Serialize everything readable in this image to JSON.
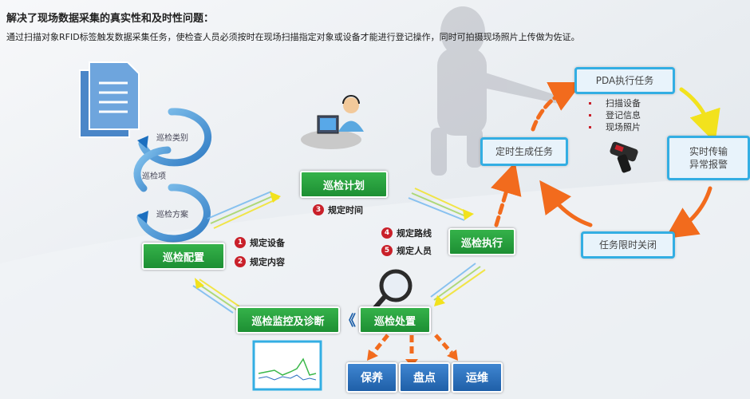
{
  "heading": "解决了现场数据采集的真实性和及时性问题：",
  "description": "通过扫描对象RFID标签触发数据采集任务，使检查人员必须按时在现场扫描指定对象或设备才能进行登记操作，同时可拍摄现场照片上传做为佐证。",
  "cycle": [
    "巡检类别",
    "巡检项",
    "巡检方案"
  ],
  "steps": {
    "config": "巡检配置",
    "plan": "巡检计划",
    "execute": "巡检执行",
    "handle": "巡检处置",
    "monitor": "巡检监控及诊断"
  },
  "numbered": [
    {
      "n": "1",
      "text": "规定设备"
    },
    {
      "n": "2",
      "text": "规定内容"
    },
    {
      "n": "3",
      "text": "规定时间"
    },
    {
      "n": "4",
      "text": "规定路线"
    },
    {
      "n": "5",
      "text": "规定人员"
    }
  ],
  "outcomes": [
    "保养",
    "盘点",
    "运维"
  ],
  "pda_cycle": {
    "generate": "定时生成任务",
    "pda": "PDA执行任务",
    "pda_items": [
      "扫描设备",
      "登记信息",
      "现场照片"
    ],
    "realtime_line1": "实时传输",
    "realtime_line2": "异常报警",
    "close": "任务限时关闭"
  },
  "double_chevron": "《",
  "colors": {
    "green": "#2aa23e",
    "blue": "#2a6fbf",
    "cyan": "#33aee3",
    "orange": "#f26b1d",
    "yellow": "#f2e21d",
    "red": "#c9202a"
  }
}
